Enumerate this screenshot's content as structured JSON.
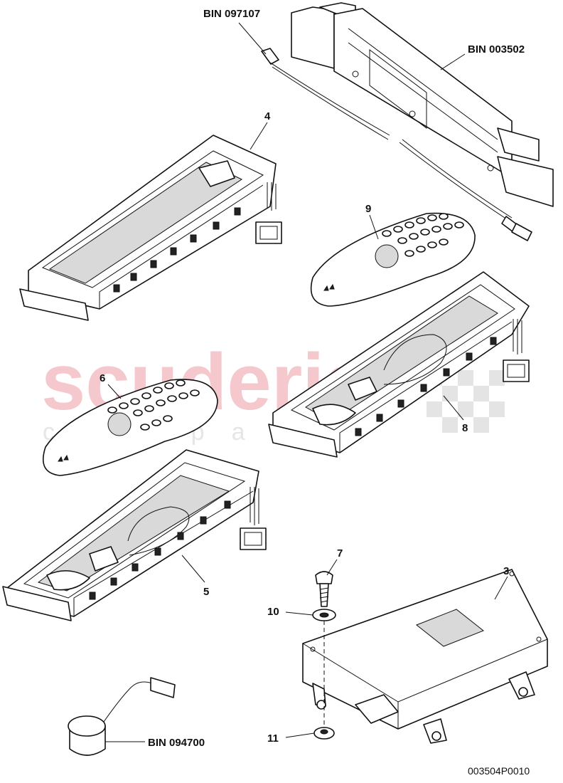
{
  "watermark": {
    "main": "scuderia",
    "sub": "car parts"
  },
  "callouts": [
    {
      "id": "bin-097107",
      "text": "BIN 097107"
    },
    {
      "id": "bin-003502",
      "text": "BIN 003502"
    },
    {
      "id": "bin-094700",
      "text": "BIN 094700"
    },
    {
      "id": "p3",
      "text": "3"
    },
    {
      "id": "p4",
      "text": "4"
    },
    {
      "id": "p5",
      "text": "5"
    },
    {
      "id": "p6",
      "text": "6"
    },
    {
      "id": "p7",
      "text": "7"
    },
    {
      "id": "p8",
      "text": "8"
    },
    {
      "id": "p9",
      "text": "9"
    },
    {
      "id": "p10",
      "text": "10"
    },
    {
      "id": "p11",
      "text": "11"
    }
  ],
  "diagram_code": "003504P0010"
}
